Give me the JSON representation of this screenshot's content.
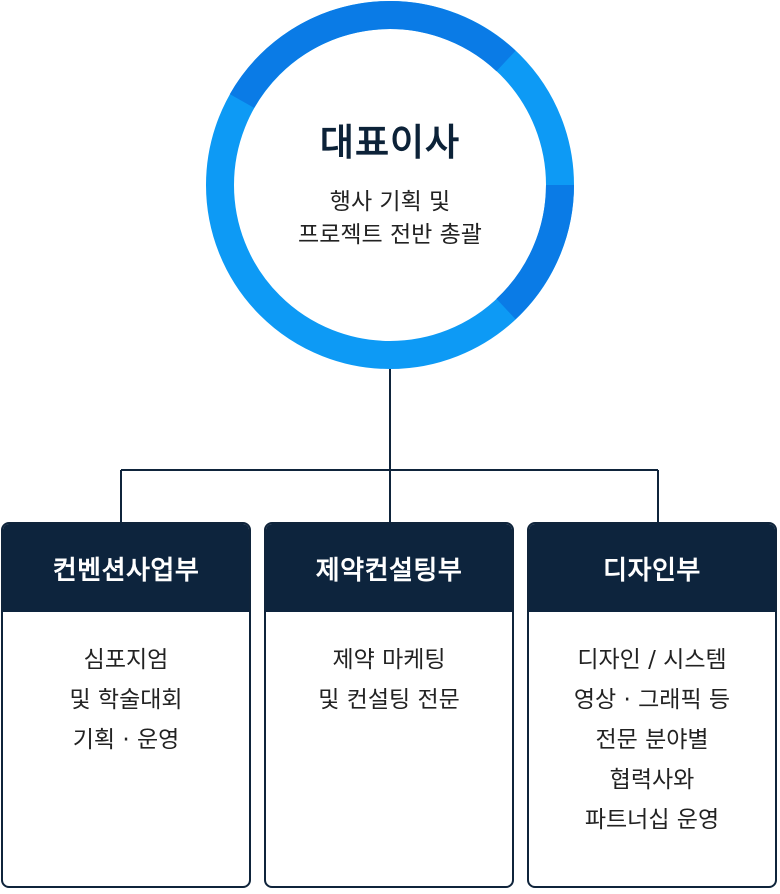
{
  "ceo": {
    "title": "대표이사",
    "description": [
      "행사 기획 및",
      "프로젝트 전반 총괄"
    ]
  },
  "departments": [
    {
      "name": "컨벤션사업부",
      "lines": [
        "심포지엄",
        "및 학술대회",
        "기획 · 운영"
      ]
    },
    {
      "name": "제약컨설팅부",
      "lines": [
        "제약 마케팅",
        "및 컨설팅 전문"
      ]
    },
    {
      "name": "디자인부",
      "lines": [
        "디자인 / 시스템",
        "영상 · 그래픽 등",
        "전문 분야별",
        "협력사와",
        "파트너십 운영"
      ]
    }
  ],
  "colors": {
    "ring_light": "#0d9af5",
    "ring_dark": "#0a78e3",
    "header_bg": "#0d243d",
    "connector": "#0f243b"
  }
}
